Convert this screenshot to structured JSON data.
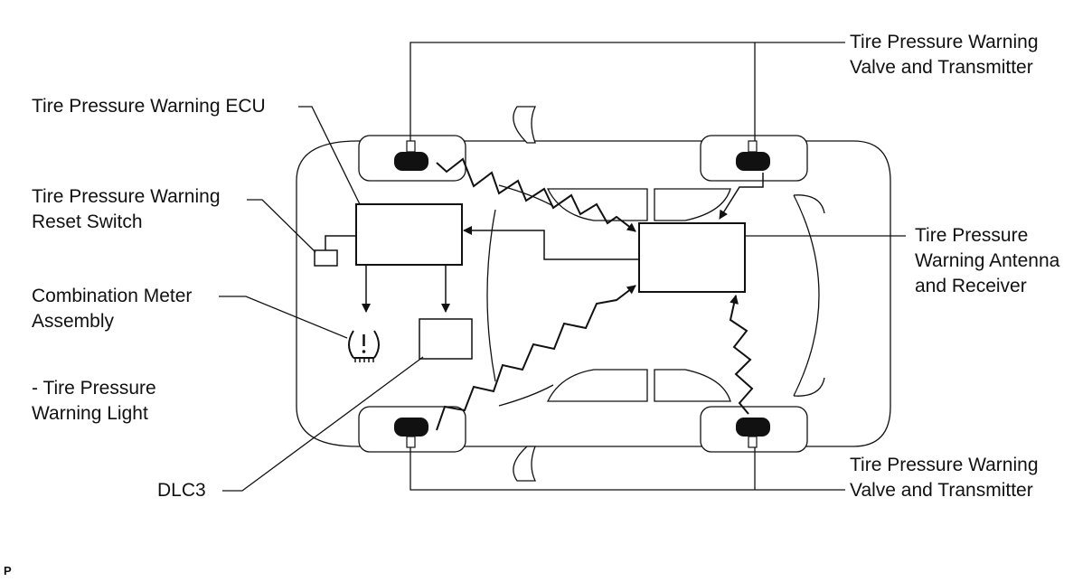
{
  "labels": {
    "tpw_valve_front": [
      "Tire Pressure Warning",
      "Valve and Transmitter"
    ],
    "tpw_ecu": [
      "Tire Pressure Warning ECU"
    ],
    "reset_switch": [
      "Tire Pressure Warning",
      "Reset Switch"
    ],
    "antenna_receiver": [
      "Tire Pressure",
      "Warning Antenna",
      "and Receiver"
    ],
    "combination_meter": [
      "Combination Meter",
      "Assembly"
    ],
    "warning_light": [
      "- Tire Pressure",
      "Warning Light"
    ],
    "dlc3": [
      "DLC3"
    ],
    "tpw_valve_rear": [
      "Tire Pressure Warning",
      "Valve and Transmitter"
    ]
  },
  "corner_mark": "P",
  "colors": {
    "line": "#111111",
    "background": "#ffffff"
  },
  "icons": {
    "warning_light": "tire-pressure-warning-icon",
    "valve": "tire-valve-icon"
  }
}
